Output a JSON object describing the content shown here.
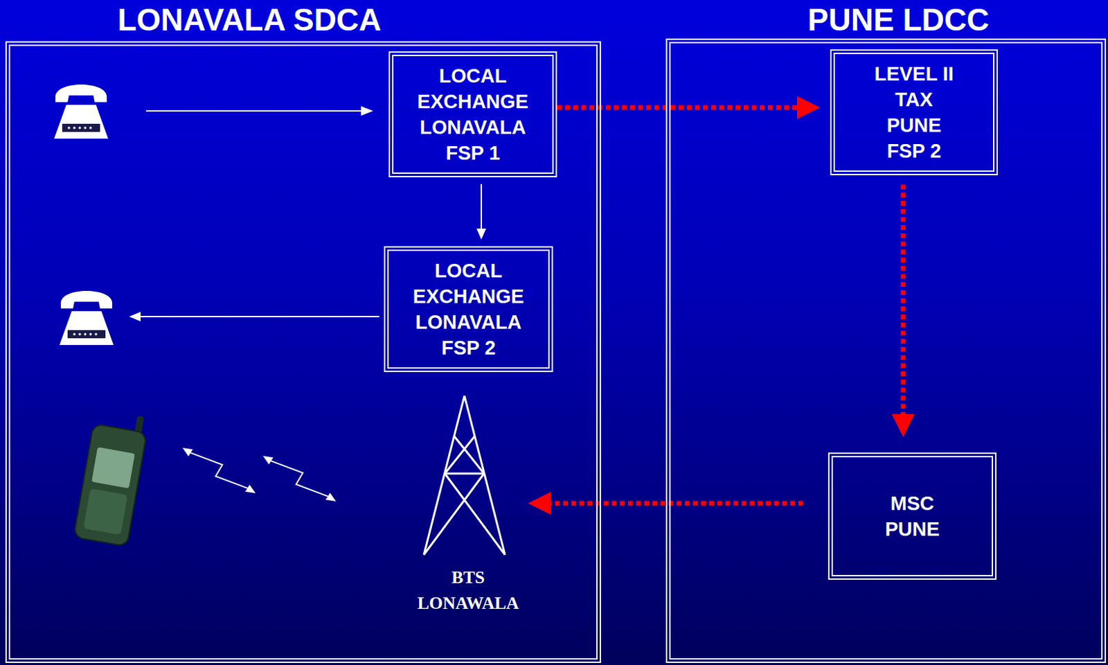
{
  "diagram": {
    "nodes": [
      {
        "text": [
          "LONAVALA SDCA"
        ]
      },
      {
        "text": [
          "LOCAL EXCHANGE LONAVALA FSP 1"
        ],
        "in": 0
      },
      {
        "text": [
          "LOCAL EXCHANGE LONAVALA FSP 2"
        ],
        "in": 0
      },
      {
        "text": [
          "BTS LONAWALA"
        ],
        "in": 0
      },
      {
        "text": [
          "PUNE LDCC"
        ]
      },
      {
        "text": [
          "LEVEL II TAX PUNE FSP 2"
        ],
        "in": 4
      },
      {
        "text": [
          "MSC PUNE"
        ],
        "in": 4
      }
    ],
    "edges": [
      {
        "from": 1,
        "to": 2,
        "arrow": "to"
      },
      {
        "from": 1,
        "to": 5,
        "arrow": "to"
      },
      {
        "from": 5,
        "to": 6,
        "arrow": "to"
      },
      {
        "from": 6,
        "to": 3,
        "arrow": "to"
      }
    ]
  }
}
